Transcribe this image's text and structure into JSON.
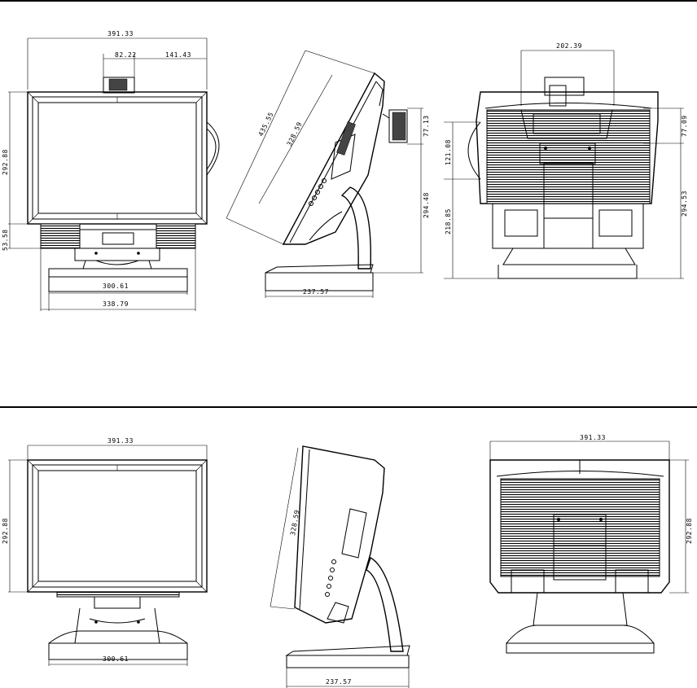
{
  "section_top": {
    "front": {
      "width": "391.33",
      "camera_width": "82.22",
      "camera_offset": "141.43",
      "height": "292.88",
      "speaker_height": "53.58",
      "base_width": "300.61",
      "overall_width": "338.79"
    },
    "side": {
      "tilt_length": "435.55",
      "screen_length": "328.59",
      "camera_height": "77.13",
      "stand_height": "294.48",
      "base_depth": "237.57"
    },
    "rear": {
      "top_width": "202.39",
      "camera_height": "77.09",
      "speaker_height": "121.08",
      "lower_height": "218.85",
      "right_height": "294.53"
    }
  },
  "section_bottom": {
    "front": {
      "width": "391.33",
      "height": "292.88",
      "base_width": "300.61"
    },
    "side": {
      "screen_length": "328.59",
      "base_depth": "237.57"
    },
    "rear": {
      "width": "391.33",
      "height": "292.88"
    }
  }
}
